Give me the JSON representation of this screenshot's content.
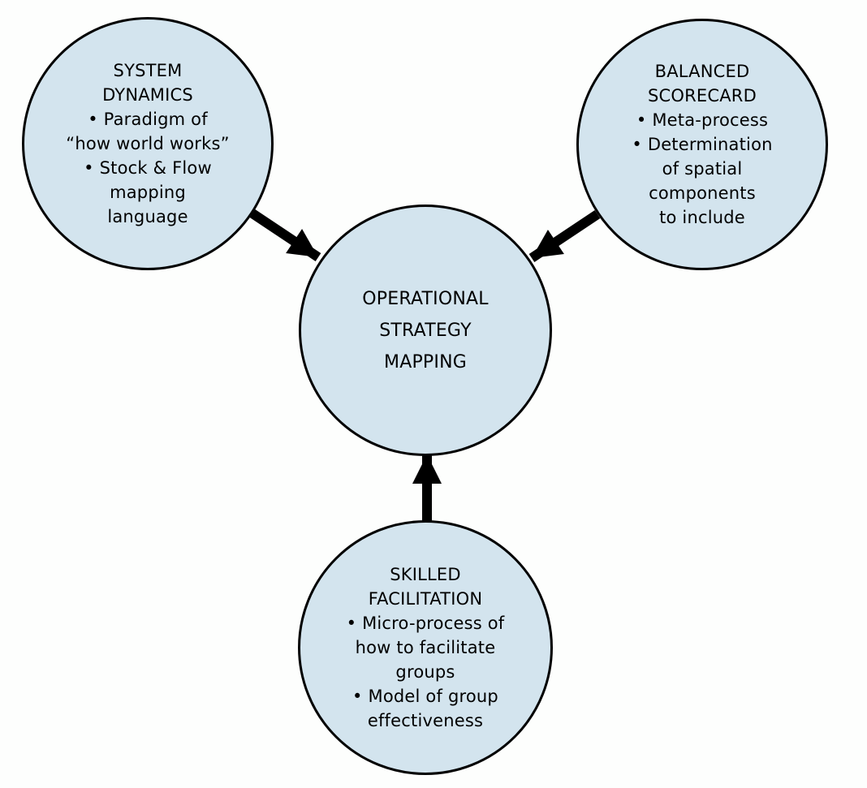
{
  "colors": {
    "circle_fill": "#d3e4ee",
    "circle_stroke": "#000000",
    "arrow": "#000000",
    "background": "#fdfefd",
    "text": "#000000"
  },
  "circles": {
    "system_dynamics": {
      "lines": [
        "SYSTEM",
        "DYNAMICS",
        "• Paradigm of",
        "“how world works”",
        "• Stock & Flow",
        "mapping",
        "language"
      ]
    },
    "balanced_scorecard": {
      "lines": [
        "BALANCED",
        "SCORECARD",
        "• Meta-process",
        "• Determination",
        "of spatial",
        "components",
        "to include"
      ]
    },
    "operational_strategy_mapping": {
      "lines": [
        "OPERATIONAL",
        "STRATEGY",
        "MAPPING"
      ]
    },
    "skilled_facilitation": {
      "lines": [
        "SKILLED",
        "FACILITATION",
        "• Micro-process of",
        "how to facilitate",
        "groups",
        "• Model of group",
        "effectiveness"
      ]
    }
  },
  "connections": [
    {
      "from": "system_dynamics",
      "to": "operational_strategy_mapping"
    },
    {
      "from": "balanced_scorecard",
      "to": "operational_strategy_mapping"
    },
    {
      "from": "skilled_facilitation",
      "to": "operational_strategy_mapping"
    }
  ]
}
